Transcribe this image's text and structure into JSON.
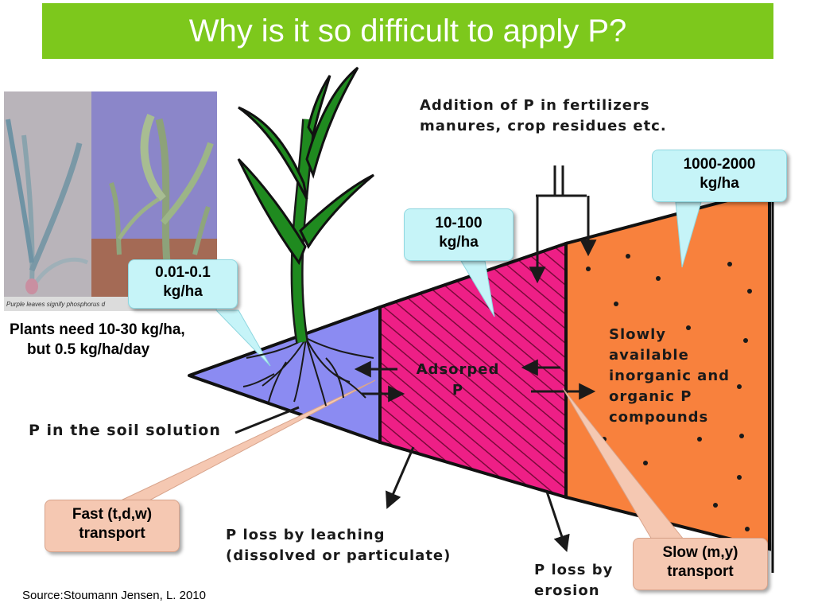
{
  "title": "Why is it so difficult to apply P?",
  "photo_caption": "Purple leaves signify phosphorus d",
  "plants_need": {
    "line1": "Plants need 10-30 kg/ha,",
    "line2": "but 0.5 kg/ha/day"
  },
  "bubbles": {
    "solution": {
      "line1": "0.01-0.1",
      "line2": "kg/ha"
    },
    "adsorbed": {
      "line1": "10-100",
      "line2": "kg/ha"
    },
    "slow": {
      "line1": "1000-2000",
      "line2": "kg/ha"
    },
    "fast": {
      "line1": "Fast (t,d,w)",
      "line2": "transport"
    },
    "slow_transport": {
      "line1": "Slow (m,y)",
      "line2": "transport"
    }
  },
  "labels": {
    "addition_line1": "Addition of P in fertilizers",
    "addition_line2": "manures, crop residues etc.",
    "adsorbed_line1": "Adsorped",
    "adsorbed_line2": "P",
    "slowly_line1": "Slowly",
    "slowly_line2": "available",
    "slowly_line3": "inorganic and",
    "slowly_line4": "organic P",
    "slowly_line5": "compounds",
    "soil_solution": "P in the soil solution",
    "leaching_line1": "P loss by leaching",
    "leaching_line2": "(dissolved or particulate)",
    "erosion_line1": "P loss by",
    "erosion_line2": "erosion"
  },
  "source": "Source:Stoumann Jensen, L. 2010",
  "colors": {
    "title_bar": "#7dc81c",
    "solution_pool": "#8b8bf2",
    "adsorbed_pool": "#ee1f86",
    "slow_pool": "#f8813d",
    "plant": "#1f8a1f",
    "bubble_blue": "#c6f4f8",
    "bubble_pink": "#f5c8b2"
  },
  "icons": [
    "plant-illustration",
    "purple-leaf-corn-photo",
    "healthy-corn-photo",
    "arrow-icon"
  ]
}
